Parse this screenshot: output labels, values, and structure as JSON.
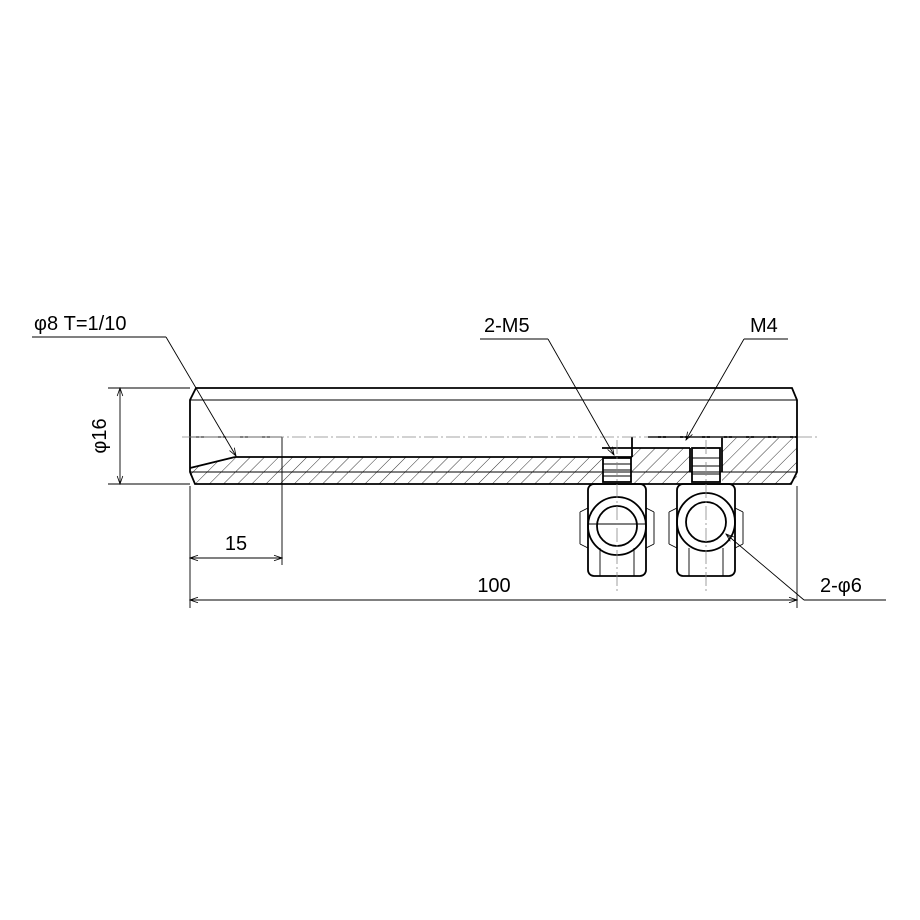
{
  "labels": {
    "taper_bore": "φ8 T=1/10",
    "tapped_holes": "2-M5",
    "tapped_hole_single": "M4",
    "diameter": "φ16",
    "length_short": "15",
    "length_total": "100",
    "fitting_bore": "2-φ6"
  }
}
